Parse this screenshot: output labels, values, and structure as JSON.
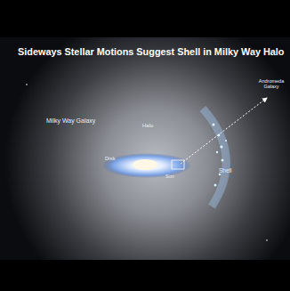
{
  "diagram": {
    "title": "Sideways Stellar Motions Suggest Shell in Milky Way Halo",
    "labels": [
      "Milky Way Galaxy",
      "Halo",
      "Disk",
      "Sun",
      "Shell",
      "Andromeda Galaxy"
    ]
  }
}
